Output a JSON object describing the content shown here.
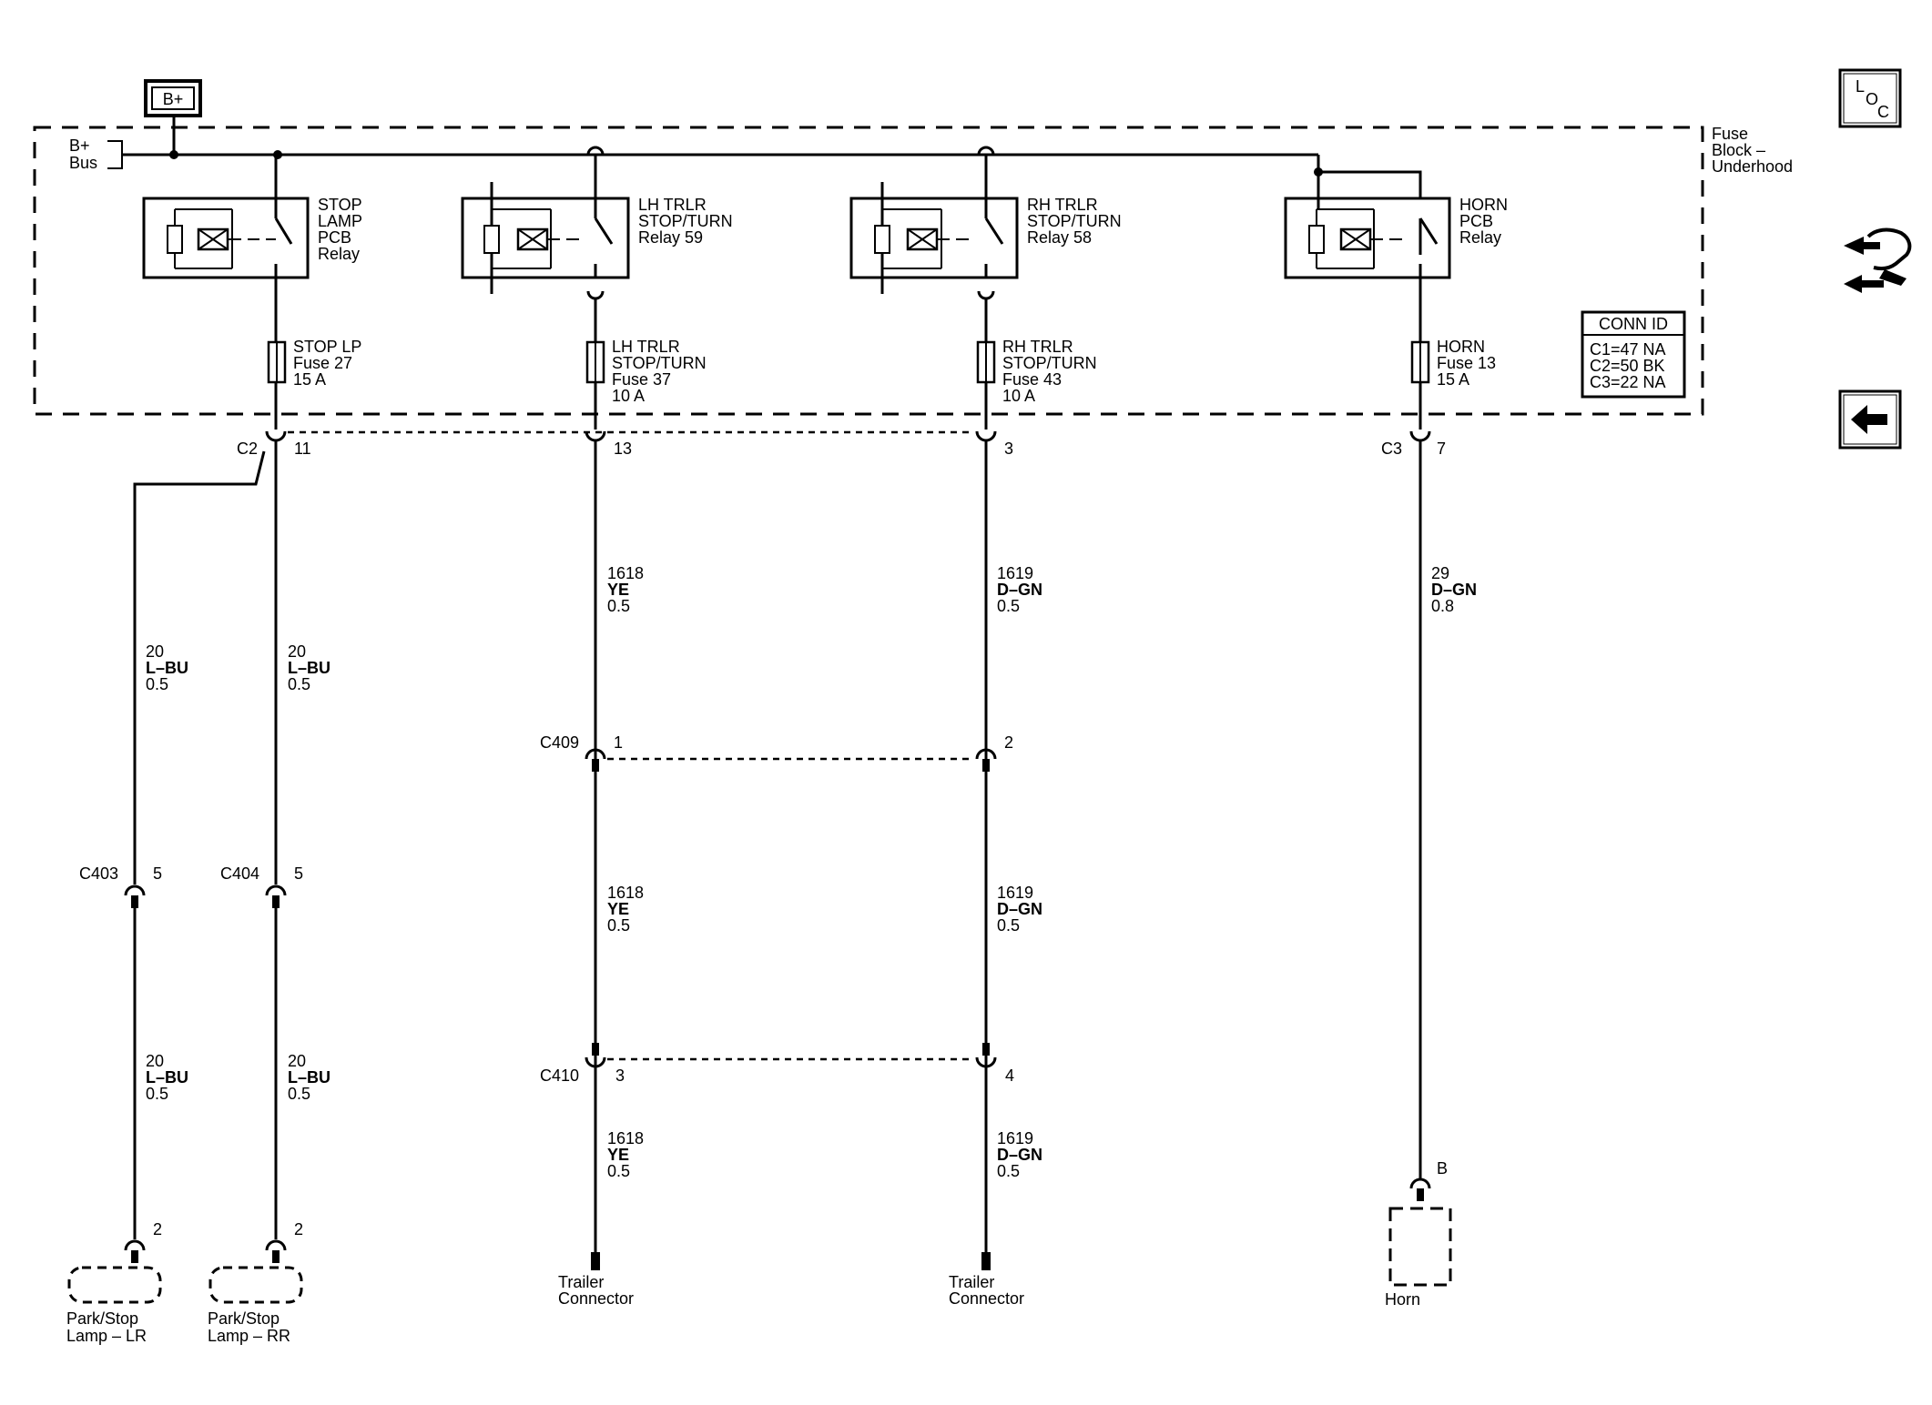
{
  "bplus_label": "B+",
  "bus_label": [
    "B+",
    "Bus"
  ],
  "fuse_block_label": [
    "Fuse",
    "Block –",
    "Underhood"
  ],
  "conn_id": {
    "title": "CONN ID",
    "rows": [
      "C1=47 NA",
      "C2=50 BK",
      "C3=22 NA"
    ]
  },
  "nav": {
    "loc_letters": [
      "L",
      "O",
      "C"
    ]
  },
  "relays": [
    {
      "label": [
        "STOP",
        "LAMP",
        "PCB",
        "Relay"
      ]
    },
    {
      "label": [
        "LH TRLR",
        "STOP/TURN",
        "Relay 59"
      ]
    },
    {
      "label": [
        "RH TRLR",
        "STOP/TURN",
        "Relay 58"
      ]
    },
    {
      "label": [
        "HORN",
        "PCB",
        "Relay"
      ]
    }
  ],
  "fuses": [
    {
      "label": [
        "STOP LP",
        "Fuse 27",
        "15 A"
      ]
    },
    {
      "label": [
        "LH TRLR",
        "STOP/TURN",
        "Fuse 37",
        "10 A"
      ]
    },
    {
      "label": [
        "RH TRLR",
        "STOP/TURN",
        "Fuse 43",
        "10 A"
      ]
    },
    {
      "label": [
        "HORN",
        "Fuse 13",
        "15 A"
      ]
    }
  ],
  "connectors": {
    "c2": {
      "name": "C2",
      "pin_stop": "11",
      "pin_lh": "13",
      "pin_rh": "3"
    },
    "c3": {
      "name": "C3",
      "pin": "7"
    },
    "c409": {
      "name": "C409",
      "pin_lh": "1",
      "pin_rh": "2"
    },
    "c410": {
      "name": "C410",
      "pin_lh": "3",
      "pin_rh": "4"
    },
    "c403": {
      "name": "C403",
      "pin": "5"
    },
    "c404": {
      "name": "C404",
      "pin": "5"
    },
    "lamp_pin_lr": "2",
    "lamp_pin_rr": "2",
    "horn_pin": "B"
  },
  "wires": {
    "stop_lr_upper": [
      "20",
      "L–BU",
      "0.5"
    ],
    "stop_rr_upper": [
      "20",
      "L–BU",
      "0.5"
    ],
    "stop_lr_lower": [
      "20",
      "L–BU",
      "0.5"
    ],
    "stop_rr_lower": [
      "20",
      "L–BU",
      "0.5"
    ],
    "lh_1": [
      "1618",
      "YE",
      "0.5"
    ],
    "lh_2": [
      "1618",
      "YE",
      "0.5"
    ],
    "lh_3": [
      "1618",
      "YE",
      "0.5"
    ],
    "rh_1": [
      "1619",
      "D–GN",
      "0.5"
    ],
    "rh_2": [
      "1619",
      "D–GN",
      "0.5"
    ],
    "rh_3": [
      "1619",
      "D–GN",
      "0.5"
    ],
    "horn": [
      "29",
      "D–GN",
      "0.8"
    ]
  },
  "components": {
    "lamp_lr": [
      "Park/Stop",
      "Lamp – LR"
    ],
    "lamp_rr": [
      "Park/Stop",
      "Lamp – RR"
    ],
    "trailer_lh": [
      "Trailer",
      "Connector"
    ],
    "trailer_rh": [
      "Trailer",
      "Connector"
    ],
    "horn": [
      "Horn"
    ]
  }
}
